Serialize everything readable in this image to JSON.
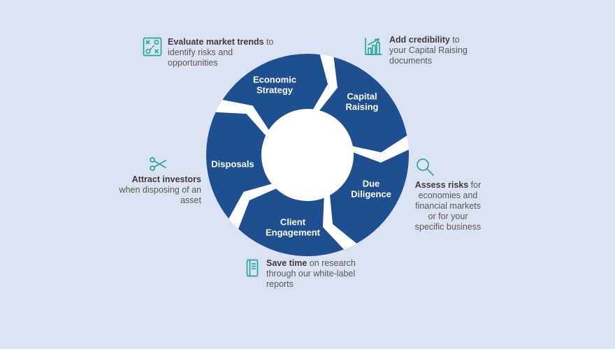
{
  "colors": {
    "background": "#dbe2f1",
    "wheel": "#1d4f91",
    "accent": "#2aa79b",
    "text": "#595959",
    "text_bold": "#3d3d3d",
    "wheel_disc": "#ffffff",
    "segment_label": "#ffffff"
  },
  "wheel": {
    "color": "#1d4f91",
    "segments": [
      {
        "id": "economic-strategy",
        "label": "Economic\nStrategy"
      },
      {
        "id": "capital-raising",
        "label": "Capital\nRaising"
      },
      {
        "id": "due-diligence",
        "label": "Due\nDiligence"
      },
      {
        "id": "client-engagement",
        "label": "Client\nEngagement"
      },
      {
        "id": "disposals",
        "label": "Disposals"
      }
    ]
  },
  "notes": [
    {
      "id": "evaluate-market-trends",
      "icon": "strategy-icon",
      "bold": "Evaluate market trends",
      "rest": " to identify risks and opportunities"
    },
    {
      "id": "add-credibility",
      "icon": "bar-chart-icon",
      "bold": "Add credibility",
      "rest": " to your Capital Raising documents"
    },
    {
      "id": "assess-risks",
      "icon": "magnifier-icon",
      "bold": "Assess risks",
      "rest": " for economies and financial markets or for your specific business"
    },
    {
      "id": "save-time",
      "icon": "book-icon",
      "bold": "Save time",
      "rest": " on research through our white-label reports"
    },
    {
      "id": "attract-investors",
      "icon": "scissors-icon",
      "bold": "Attract investors",
      "rest": " when disposing of an asset"
    }
  ]
}
